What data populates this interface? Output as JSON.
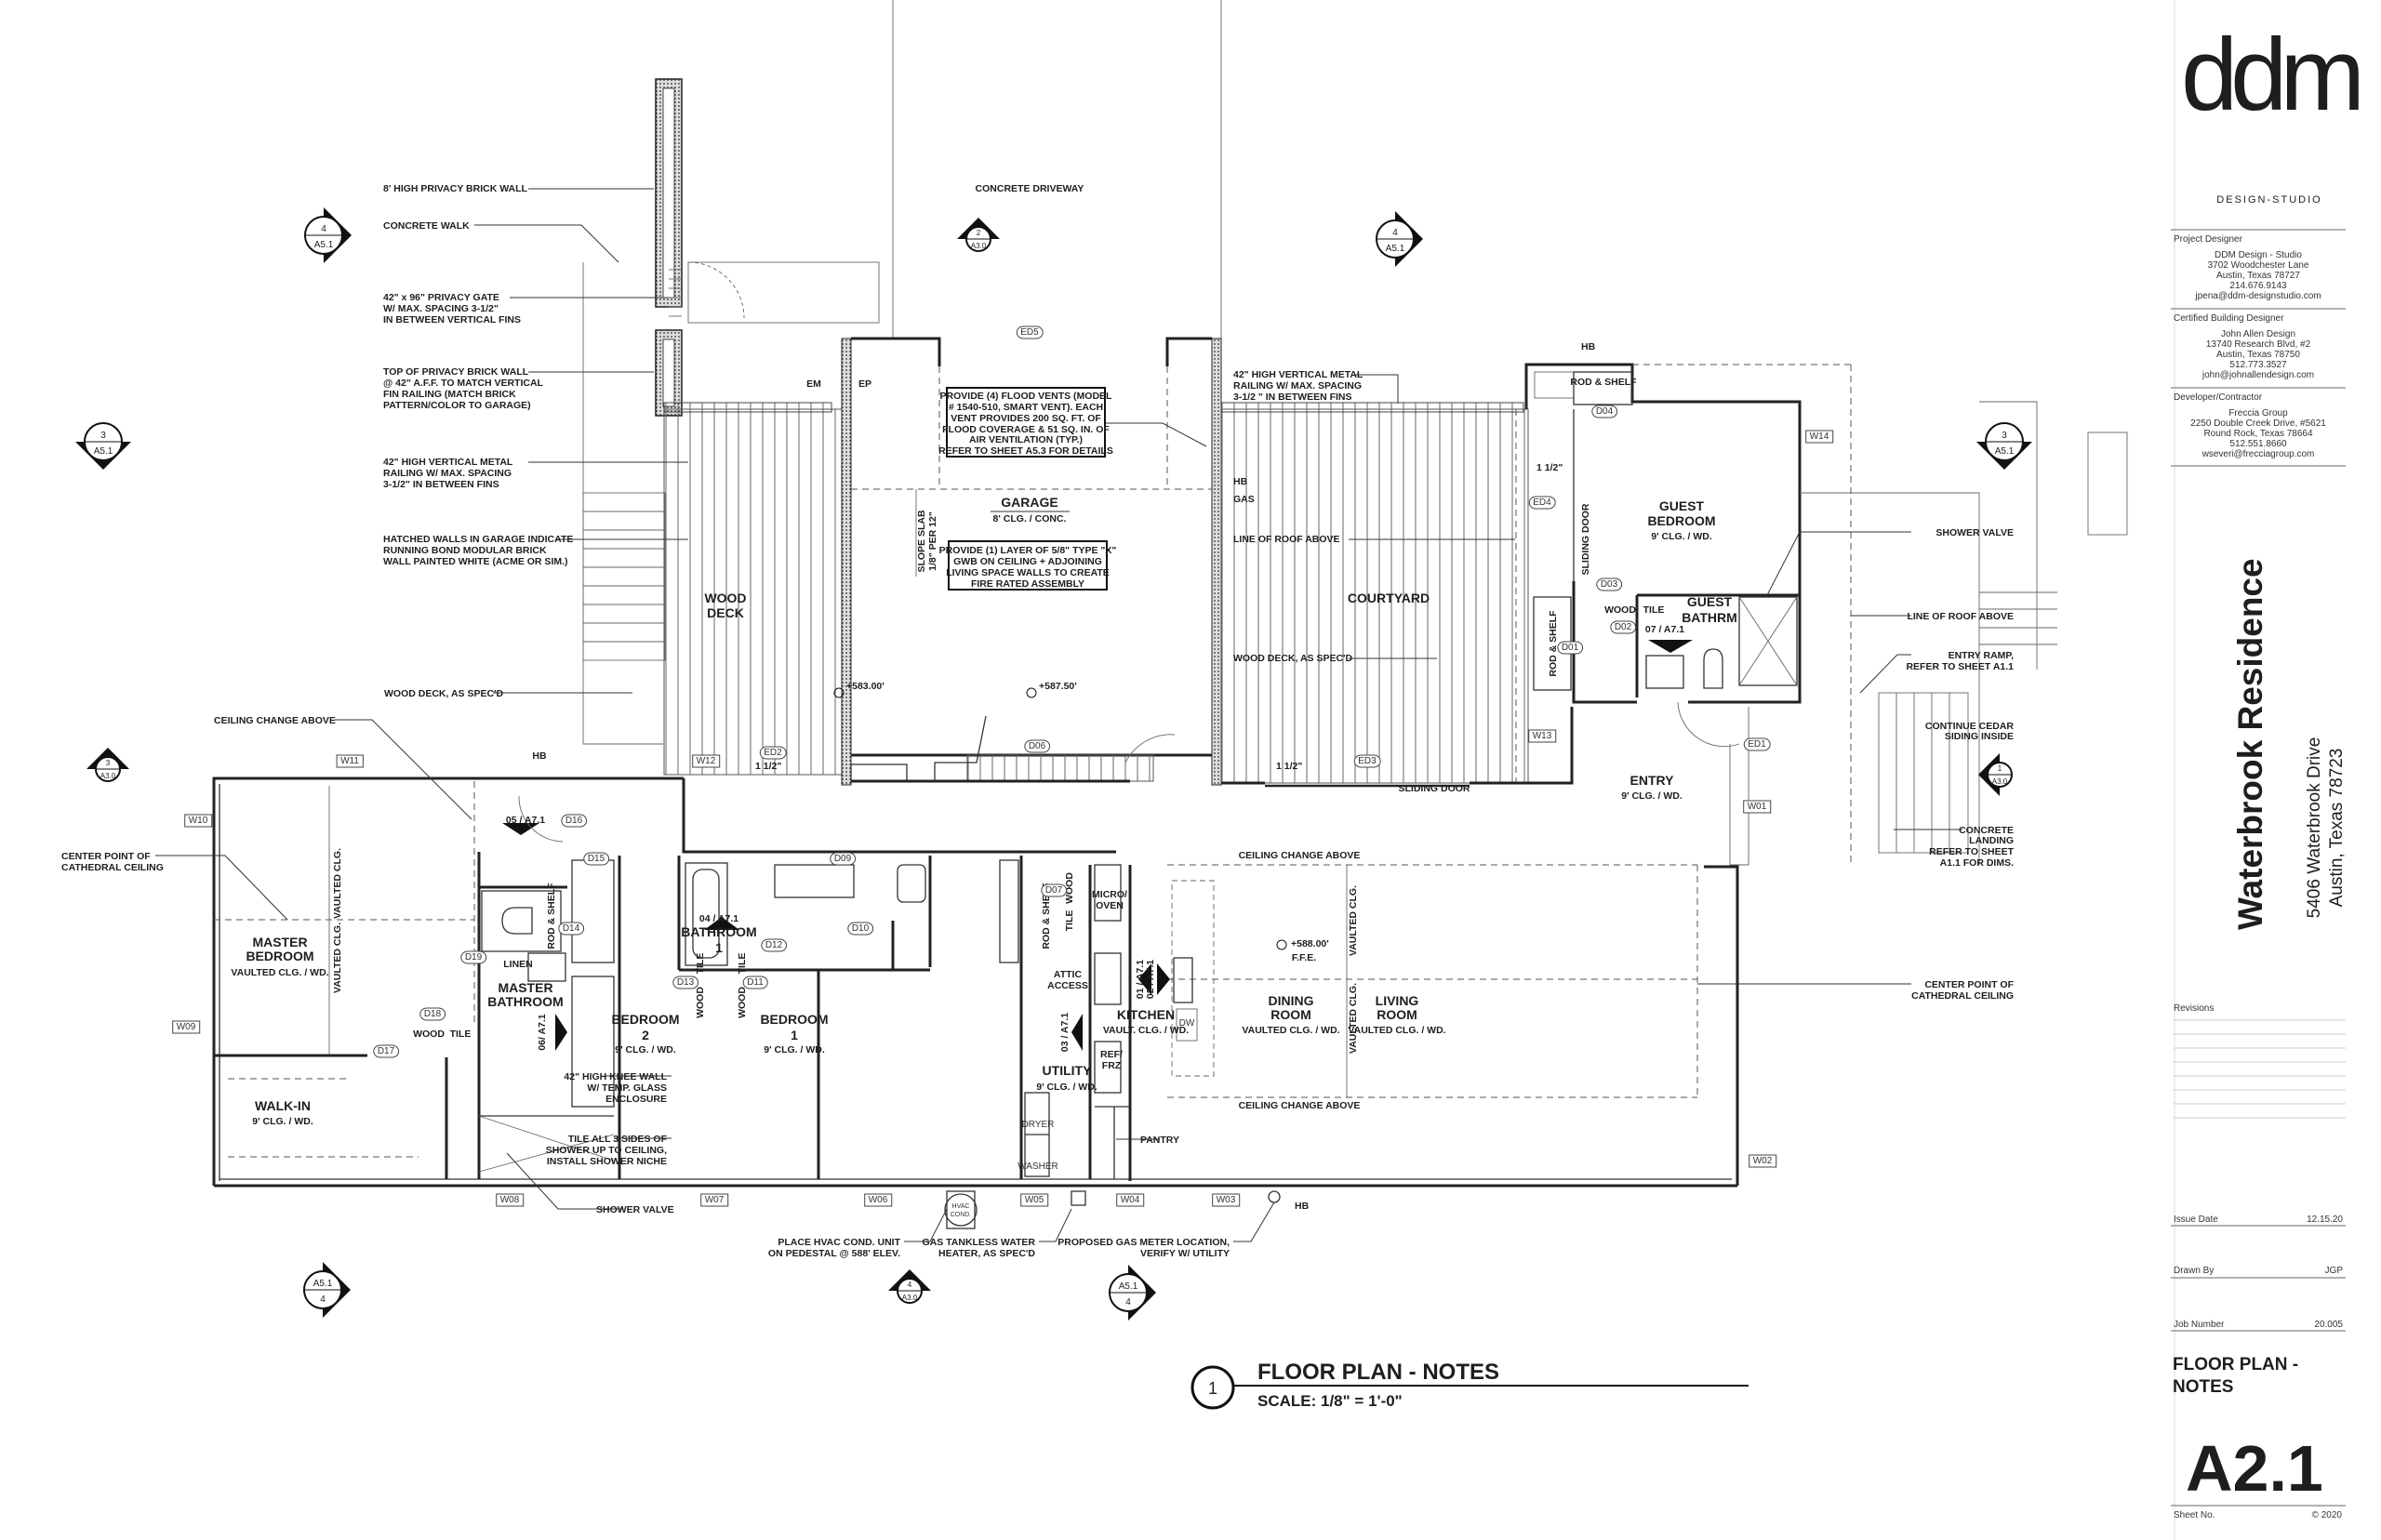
{
  "title_block": {
    "logo_text": "ddm",
    "studio": "DESIGN-STUDIO",
    "project_designer": {
      "label": "Project Designer",
      "lines": [
        "DDM Design - Studio",
        "3702 Woodchester Lane",
        "Austin, Texas 78727",
        "214.676.9143",
        "jpena@ddm-designstudio.com"
      ]
    },
    "building_designer": {
      "label": "Certified Building Designer",
      "lines": [
        "John Allen Design",
        "13740 Research Blvd, #2",
        "Austin, Texas 78750",
        "512.773.3527",
        "john@johnallendesign.com"
      ]
    },
    "developer": {
      "label": "Developer/Contractor",
      "lines": [
        "Freccia Group",
        "2250 Double Creek Drive, #5621",
        "Round Rock, Texas 78664",
        "512.551.8660",
        "wseveri@frecciagroup.com"
      ]
    },
    "project_name": "Waterbrook Residence",
    "address_1": "5406 Waterbrook Drive",
    "address_2": "Austin, Texas 78723",
    "revisions_label": "Revisions",
    "issue_date_label": "Issue Date",
    "issue_date": "12.15.20",
    "drawn_by_label": "Drawn By",
    "drawn_by": "JGP",
    "job_number_label": "Job Number",
    "job_number": "20.005",
    "sheet_title_1": "FLOOR PLAN -",
    "sheet_title_2": "NOTES",
    "sheet_number": "A2.1",
    "sheet_no_label": "Sheet No.",
    "copyright": "© 2020"
  },
  "drawing": {
    "title_number": "1",
    "title": "FLOOR PLAN - NOTES",
    "scale": "SCALE: 1/8\" = 1'-0\"",
    "notes": {
      "privacy_wall": [
        "8' HIGH PRIVACY BRICK WALL"
      ],
      "concrete_walk": [
        "CONCRETE WALK"
      ],
      "gate": [
        "42\" x 96\" PRIVACY GATE",
        "W/ MAX. SPACING 3-1/2\"",
        "IN BETWEEN VERTICAL FINS"
      ],
      "top_wall": [
        "TOP OF PRIVACY BRICK WALL",
        "@ 42\" A.F.F. TO MATCH VERTICAL",
        "FIN RAILING (MATCH BRICK",
        "PATTERN/COLOR TO GARAGE)"
      ],
      "railing_left": [
        "42\" HIGH VERTICAL METAL",
        "RAILING W/ MAX. SPACING",
        "3-1/2\" IN BETWEEN FINS"
      ],
      "hatched": [
        "HATCHED WALLS IN GARAGE INDICATE",
        "RUNNING BOND MODULAR BRICK",
        "WALL PAINTED WHITE (ACME OR SIM.)"
      ],
      "wood_deck_left": [
        "WOOD DECK, AS SPEC'D"
      ],
      "ceiling_change_left": [
        "CEILING CHANGE ABOVE"
      ],
      "cathedral_left": [
        "CENTER POINT OF",
        "CATHEDRAL CEILING"
      ],
      "flood_vents": [
        "PROVIDE (4) FLOOD VENTS (MODEL",
        "# 1540-510, SMART VENT). EACH",
        "VENT PROVIDES 200 SQ. FT. OF",
        "FLOOD COVERAGE & 51 SQ. IN. OF",
        "AIR VENTILATION (TYP.)",
        "REFER TO SHEET A5.3 FOR DETAILS"
      ],
      "gwb": [
        "PROVIDE (1) LAYER OF 5/8\" TYPE \"X\"",
        "GWB ON CEILING + ADJOINING",
        "LIVING SPACE WALLS TO CREATE",
        "FIRE RATED ASSEMBLY"
      ],
      "slope_slab": [
        "SLOPE SLAB",
        "1/8\" PER 12\""
      ],
      "concrete_driveway": "CONCRETE DRIVEWAY",
      "railing_courtyard": [
        "42\" HIGH VERTICAL METAL",
        "RAILING W/ MAX. SPACING",
        "3-1/2 \" IN BETWEEN FINS"
      ],
      "hb": "HB",
      "gas": "GAS",
      "em": "EM",
      "ep": "EP",
      "line_of_roof_courtyard": "LINE OF ROOF ABOVE",
      "wood_deck_courtyard": "WOOD DECK, AS SPEC'D",
      "sliding_door": "SLIDING DOOR",
      "shower_valve_right": "SHOWER VALVE",
      "line_of_roof_right": "LINE OF ROOF ABOVE",
      "entry_ramp": [
        "ENTRY RAMP,",
        "REFER TO SHEET A1.1"
      ],
      "cedar": [
        "CONTINUE CEDAR",
        "SIDING INSIDE"
      ],
      "landing": [
        "CONCRETE",
        "LANDING",
        "REFER TO SHEET",
        "A1.1 FOR DIMS."
      ],
      "cathedral_right": [
        "CENTER POINT OF",
        "CATHEDRAL CEILING"
      ],
      "ceiling_change": "CEILING CHANGE ABOVE",
      "knee_wall": [
        "42\" HIGH KNEE WALL",
        "W/ TEMP. GLASS",
        "ENCLOSURE"
      ],
      "tile_shower": [
        "TILE ALL 3 SIDES OF",
        "SHOWER UP TO CEILING,",
        "INSTALL SHOWER NICHE"
      ],
      "shower_valve_bottom": "SHOWER VALVE",
      "hvac": [
        "PLACE HVAC COND. UNIT",
        "ON PEDESTAL @ 588' ELEV."
      ],
      "hvac_unit": [
        "HVAC",
        "COND."
      ],
      "water_heater": [
        "GAS TANKLESS WATER",
        "HEATER, AS SPEC'D"
      ],
      "gas_meter": [
        "PROPOSED GAS METER LOCATION,",
        "VERIFY W/ UTILITY"
      ],
      "pantry": "PANTRY",
      "vaulted_clg": "VAULTED CLG.",
      "wood": "WOOD",
      "tile": "TILE",
      "rod_shelf": "ROD & SHELF",
      "linen": "LINEN",
      "micro_oven": [
        "MICRO/",
        "OVEN"
      ],
      "ref_frz": [
        "REF/",
        "FRZ"
      ],
      "dw": "DW",
      "dryer": "DRYER",
      "washer": "WASHER",
      "attic": [
        "ATTIC",
        "ACCESS"
      ],
      "one_half": "1 1/2\""
    },
    "elevations": {
      "garage_left": "+583.00'",
      "garage_right": "+587.50'",
      "ffe": "+588.00'",
      "ffe_label": "F.F.E."
    },
    "rooms": {
      "garage": {
        "name": "GARAGE",
        "sub": "8' CLG. / CONC."
      },
      "wood_deck": {
        "name": [
          "WOOD",
          "DECK"
        ]
      },
      "courtyard": {
        "name": "COURTYARD"
      },
      "guest_bedroom": {
        "name": [
          "GUEST",
          "BEDROOM"
        ],
        "sub": "9' CLG. / WD."
      },
      "guest_bath": {
        "name": [
          "GUEST",
          "BATHRM"
        ]
      },
      "entry": {
        "name": "ENTRY",
        "sub": "9' CLG. / WD."
      },
      "master_bedroom": {
        "name": [
          "MASTER",
          "BEDROOM"
        ],
        "sub": "VAULTED CLG.  / WD."
      },
      "walk_in": {
        "name": "WALK-IN",
        "sub": "9' CLG. / WD."
      },
      "master_bath": {
        "name": [
          "MASTER",
          "BATHROOM"
        ]
      },
      "bathroom_1": {
        "name": [
          "BATHROOM",
          "1"
        ]
      },
      "bedroom_2": {
        "name": [
          "BEDROOM",
          "2"
        ],
        "sub": "9' CLG. / WD."
      },
      "bedroom_1": {
        "name": [
          "BEDROOM",
          "1"
        ],
        "sub": "9' CLG. / WD."
      },
      "utility": {
        "name": "UTILITY",
        "sub": "9' CLG. / WD."
      },
      "kitchen": {
        "name": "KITCHEN",
        "sub": "VAULT. CLG. / WD."
      },
      "dining": {
        "name": [
          "DINING",
          "ROOM"
        ],
        "sub": "VAULTED CLG. / WD."
      },
      "living": {
        "name": [
          "LIVING",
          "ROOM"
        ],
        "sub": "VAULTED CLG. / WD."
      }
    },
    "tags": {
      "doors": [
        "D01",
        "D02",
        "D03",
        "D04",
        "D06",
        "D07",
        "D09",
        "D10",
        "D11",
        "D12",
        "D13",
        "D14",
        "D15",
        "D16",
        "D17",
        "D18",
        "D19"
      ],
      "ext_doors": [
        "ED1",
        "ED2",
        "ED3",
        "ED4",
        "ED5"
      ],
      "windows": [
        "W01",
        "W02",
        "W03",
        "W04",
        "W05",
        "W06",
        "W07",
        "W08",
        "W09",
        "W10",
        "W11",
        "W12",
        "W13",
        "W14"
      ]
    },
    "detail_refs": {
      "d01": "01 / A7.1",
      "d02": "02 / A7.1",
      "d03": "03 / A7.1",
      "d04": "04 / A7.1",
      "d05": "05 / A7.1",
      "d06": "06/ A7.1",
      "d07": "07 / A7.1"
    },
    "section_markers": [
      {
        "num": "4",
        "sheet": "A5.1"
      },
      {
        "num": "2",
        "sheet": "A3.0"
      },
      {
        "num": "4",
        "sheet": "A5.1"
      },
      {
        "num": "3",
        "sheet": "A5.1"
      },
      {
        "num": "3",
        "sheet": "A5.1"
      },
      {
        "num": "3",
        "sheet": "A3.0"
      },
      {
        "num": "1",
        "sheet": "A3.0"
      },
      {
        "num": "4",
        "sheet": "A5.1"
      },
      {
        "num": "4",
        "sheet": "A3.0"
      },
      {
        "num": "4",
        "sheet": "A5.1"
      }
    ]
  }
}
